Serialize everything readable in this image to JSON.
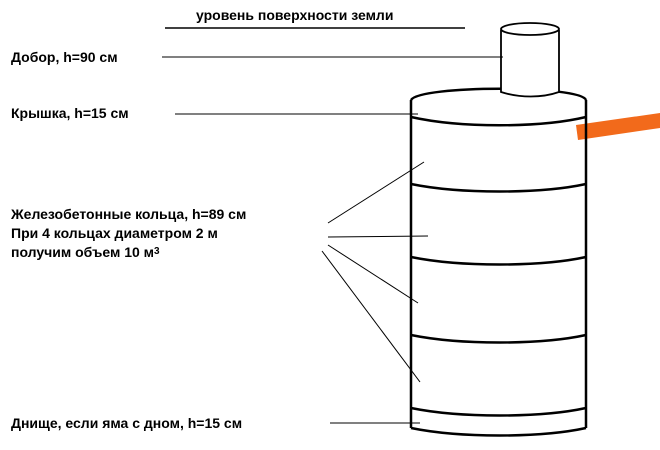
{
  "ground_label": "уровень поверхности земли",
  "labels": {
    "extension": "Добор, h=90 см",
    "lid": "Крышка, h=15 см",
    "rings_line1": "Железобетонные кольца, h=89 см",
    "rings_line2": "При 4 кольцах диаметром 2 м",
    "rings_line3": "получим объем 10 м",
    "rings_sup": "3",
    "bottom": "Днище, если яма с дном, h=15 см"
  },
  "colors": {
    "outline": "#000000",
    "pipe": "#f26a1b"
  }
}
